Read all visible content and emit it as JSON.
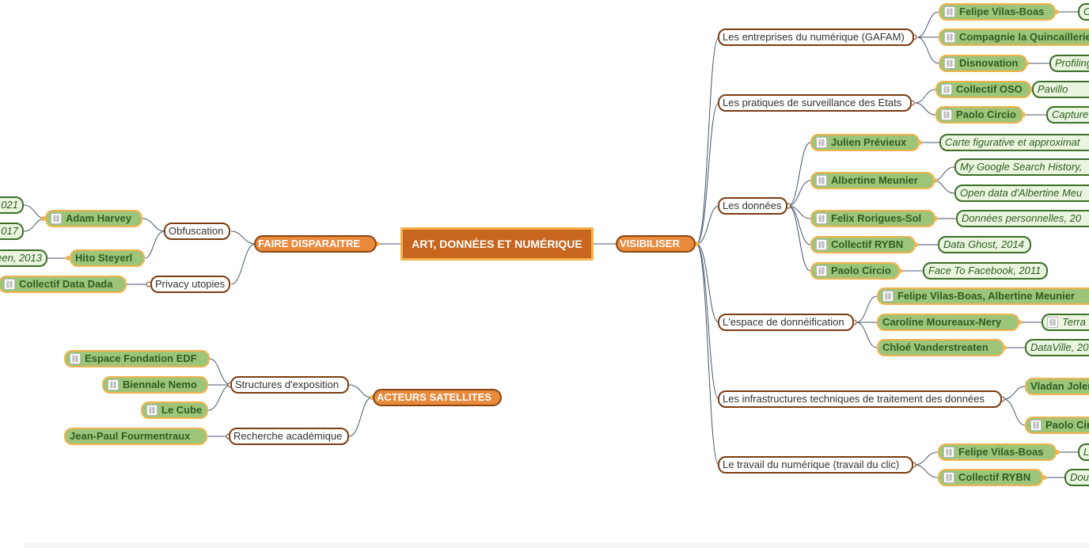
{
  "map": {
    "central": "ART, DONNÉES ET NUMÉRIQUE",
    "main": {
      "visibiliser": "VISIBILISER",
      "faire": "FAIRE DISPARAITRE",
      "acteurs": "ACTEURS SATELLITES"
    },
    "categories": {
      "gafam": "Les entreprises du numérique (GAFAM)",
      "surveillance": "Les pratiques de surveillance des Etats",
      "donnees": "Les données",
      "espace": "L'espace de donnéification",
      "infra": "Les infrastructures techniques de traitement des données",
      "travail": "Le travail du numérique (travail du clic)",
      "obfuscation": "Obfuscation",
      "privacy": "Privacy utopies",
      "structures": "Structures d'exposition",
      "recherche": "Recherche académique"
    },
    "artists": {
      "felipe1": "Felipe Vilas-Boas",
      "quincaillerie": "Compagnie la Quincaillerie",
      "disnovation": "Disnovation",
      "oso": "Collectif OSO",
      "circio1": "Paolo Circio",
      "previeux": "Julien Prévieux",
      "meunier": "Albertine Meunier",
      "rorigues": "Felix Rorigues-Sol",
      "rybn1": "Collectif RYBN",
      "circio2": "Paolo Circio",
      "vilasmeunier": "Felipe Vilas-Boas, Albertine Meunier",
      "moureaux": "Caroline Moureaux-Nery",
      "vanderstreaten": "Chloé Vanderstreaten",
      "joler": "Vladan Joler",
      "circio3": "Paolo Circio",
      "felipe2": "Felipe Vilas-Boas",
      "rybn2": "Collectif RYBN",
      "harvey": "Adam Harvey",
      "steyerl": "Hito Steyerl",
      "datadada": "Collectif Data Dada",
      "edf": "Espace Fondation EDF",
      "nemo": "Biennale Nemo",
      "cube": "Le Cube",
      "fourmentraux": "Jean-Paul Fourmentraux"
    },
    "works": {
      "felipe1w": "C",
      "disnovationw": "Profiling",
      "osow": "Pavillo",
      "circio1w": "Capture",
      "previeuxw": "Carte figurative et approximat",
      "meunier1w": "My Google Search History,",
      "meunier2w": "Open data d'Albertine Meu",
      "roriguesw": "Données personnelles, 20",
      "rybn1w": "Data Ghost, 2014",
      "circio2w": "Face To Facebook, 2011",
      "moureauxw": "Terra",
      "vanderw": "DataVille, 20",
      "felipe2w": "L",
      "rybn2w": "Dou",
      "harvey1w": "021",
      "harvey2w": "017",
      "steyerlw": "een, 2013"
    }
  }
}
